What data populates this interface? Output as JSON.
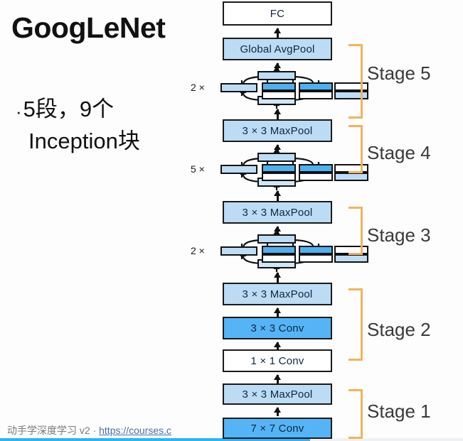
{
  "slide": {
    "title": "GoogLeNet",
    "bullet": {
      "dot": "·",
      "line1": "5段，9个",
      "line2": "Inception块"
    },
    "footer": {
      "text": "动手学深度学习 v2 · ",
      "link": "https://courses.c"
    },
    "progress_percent": 67
  },
  "diagram": {
    "nodes": [
      {
        "label": "FC",
        "style": "white"
      },
      {
        "label": "Global AvgPool",
        "style": "blue-l"
      },
      {
        "label": "3 × 3 MaxPool",
        "style": "blue-l"
      },
      {
        "label": "3 × 3 MaxPool",
        "style": "blue-l"
      },
      {
        "label": "3 × 3 MaxPool",
        "style": "blue-l"
      },
      {
        "label": "3 × 3 Conv",
        "style": "blue-s"
      },
      {
        "label": "1 × 1 Conv",
        "style": "white"
      },
      {
        "label": "3 × 3 MaxPool",
        "style": "blue-l"
      },
      {
        "label": "7 × 7 Conv",
        "style": "blue-s"
      }
    ],
    "inception_multipliers": [
      {
        "label": "2 ×"
      },
      {
        "label": "5 ×"
      },
      {
        "label": "2 ×"
      }
    ],
    "stages": [
      {
        "label": "Stage 5"
      },
      {
        "label": "Stage 4"
      },
      {
        "label": "Stage 3"
      },
      {
        "label": "Stage 2"
      },
      {
        "label": "Stage 1"
      }
    ]
  },
  "colors": {
    "accent_bracket": "#f2b35c",
    "node_blue_light": "#bcdcf5",
    "node_blue_strong": "#55b4f5",
    "progress": "#29b6f6",
    "link": "#4a6fa5"
  }
}
